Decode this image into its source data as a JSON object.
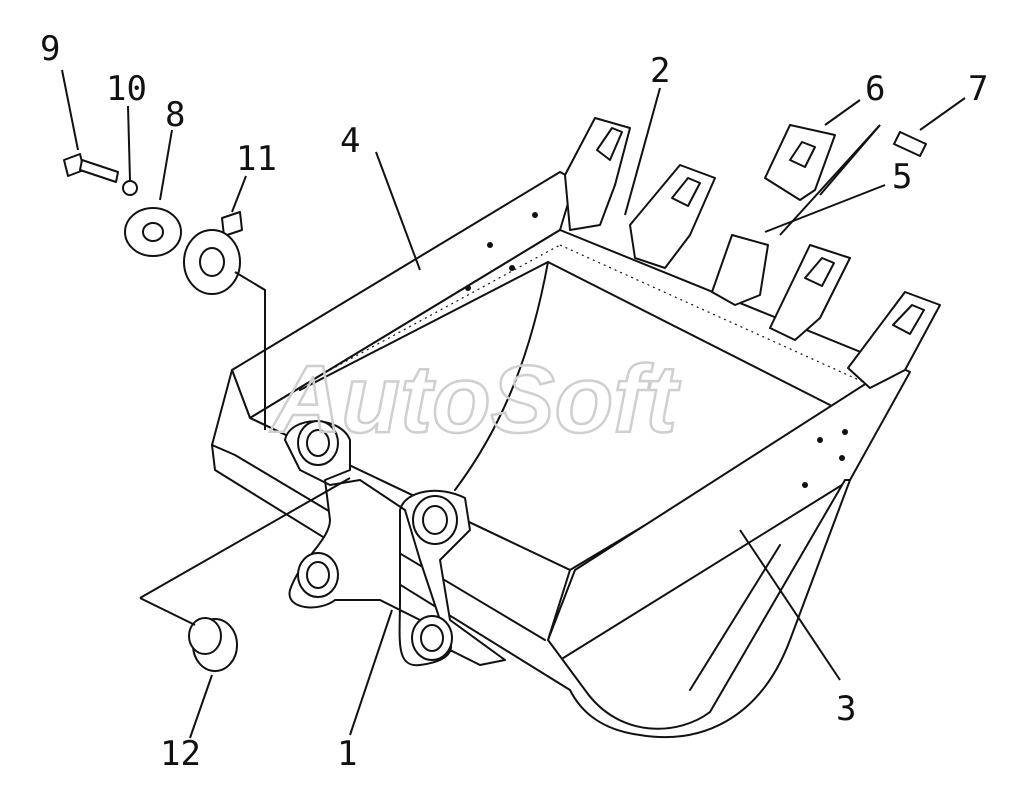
{
  "watermark": "AutoSoft",
  "callouts": [
    {
      "id": "1",
      "label": "1"
    },
    {
      "id": "2",
      "label": "2"
    },
    {
      "id": "3",
      "label": "3"
    },
    {
      "id": "4",
      "label": "4"
    },
    {
      "id": "5",
      "label": "5"
    },
    {
      "id": "6",
      "label": "6"
    },
    {
      "id": "7",
      "label": "7"
    },
    {
      "id": "8",
      "label": "8"
    },
    {
      "id": "9",
      "label": "9"
    },
    {
      "id": "10",
      "label": "10"
    },
    {
      "id": "11",
      "label": "11"
    },
    {
      "id": "12",
      "label": "12"
    }
  ]
}
